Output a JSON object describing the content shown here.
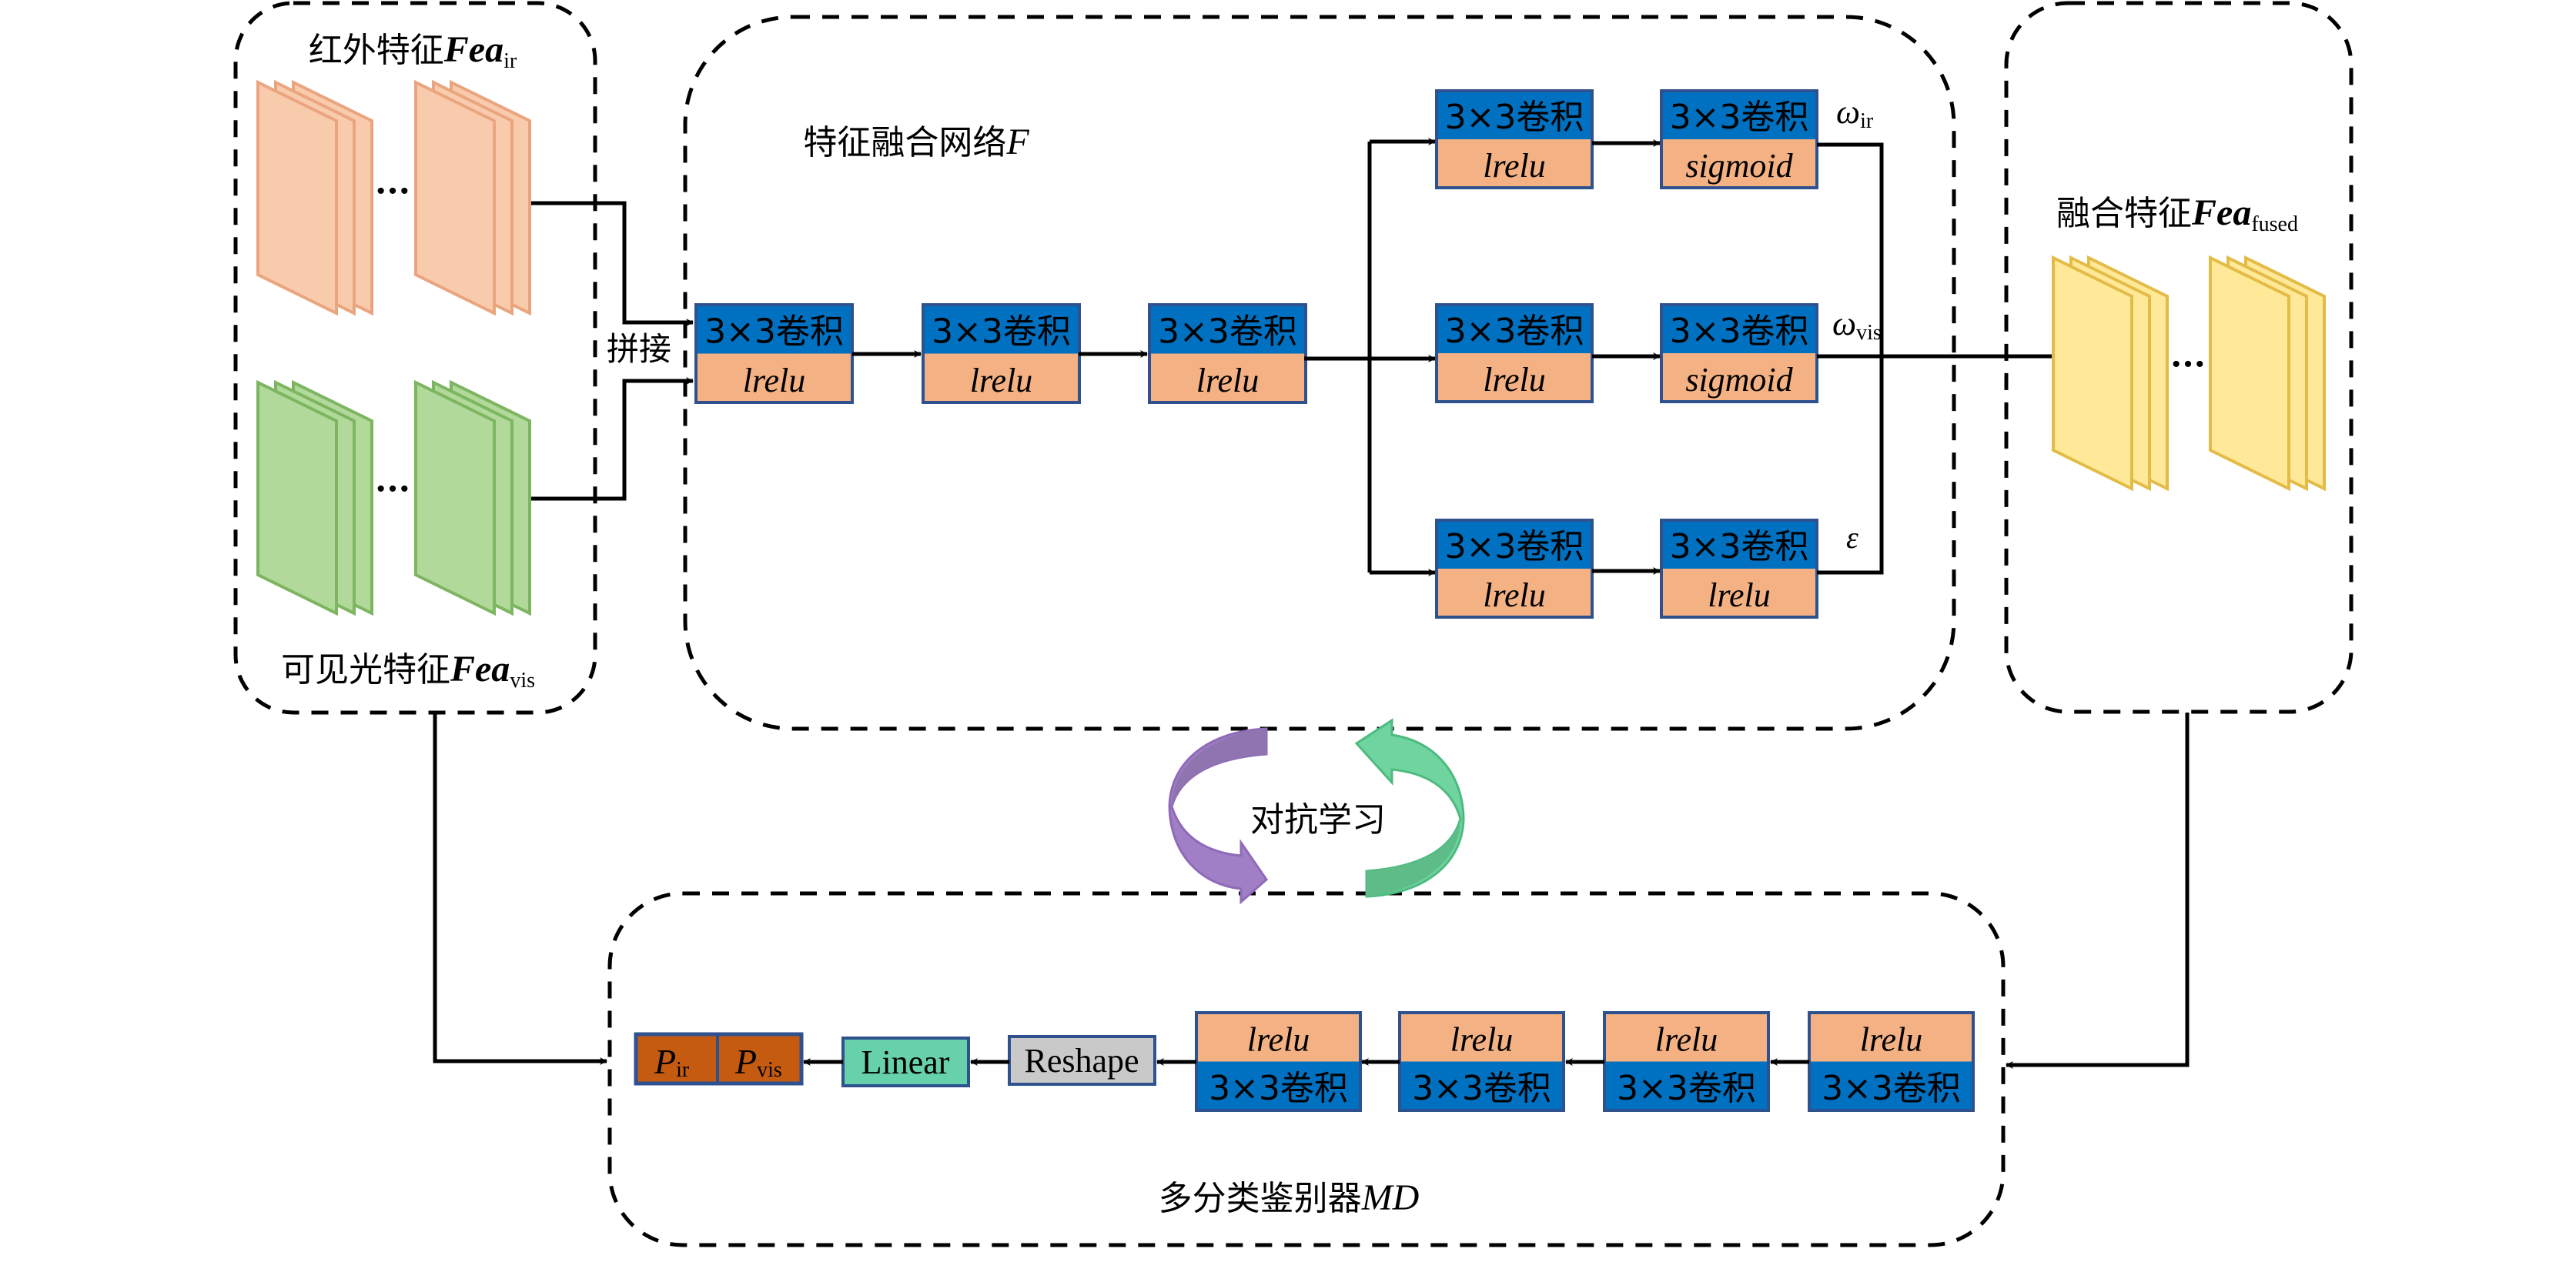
{
  "left_panel": {
    "ir_title": "红外特征",
    "ir_symbol": "Fea",
    "ir_sub": "ir",
    "vis_title": "可见光特征",
    "vis_symbol": "Fea",
    "vis_sub": "vis",
    "ellipsis": "···"
  },
  "concat_label": "拼接",
  "fusion_net": {
    "title": "特征融合网络",
    "title_symbol": "F",
    "main_blocks": [
      {
        "op": "3×3卷积",
        "act": "lrelu"
      },
      {
        "op": "3×3卷积",
        "act": "lrelu"
      },
      {
        "op": "3×3卷积",
        "act": "lrelu"
      }
    ],
    "branches": [
      {
        "blocks": [
          {
            "op": "3×3卷积",
            "act": "lrelu"
          },
          {
            "op": "3×3卷积",
            "act": "sigmoid"
          }
        ],
        "output_symbol": "ω",
        "output_sub": "ir"
      },
      {
        "blocks": [
          {
            "op": "3×3卷积",
            "act": "lrelu"
          },
          {
            "op": "3×3卷积",
            "act": "sigmoid"
          }
        ],
        "output_symbol": "ω",
        "output_sub": "vis"
      },
      {
        "blocks": [
          {
            "op": "3×3卷积",
            "act": "lrelu"
          },
          {
            "op": "3×3卷积",
            "act": "lrelu"
          }
        ],
        "output_symbol": "ε",
        "output_sub": ""
      }
    ]
  },
  "fused_panel": {
    "title": "融合特征",
    "symbol": "Fea",
    "sub": "fused",
    "ellipsis": "···"
  },
  "adversarial_label": "对抗学习",
  "discriminator": {
    "title": "多分类鉴别器",
    "title_symbol": "MD",
    "blocks": [
      {
        "act": "lrelu",
        "op": "3×3卷积"
      },
      {
        "act": "lrelu",
        "op": "3×3卷积"
      },
      {
        "act": "lrelu",
        "op": "3×3卷积"
      },
      {
        "act": "lrelu",
        "op": "3×3卷积"
      }
    ],
    "reshape_label": "Reshape",
    "linear_label": "Linear",
    "outputs": [
      {
        "symbol": "P",
        "sub": "ir"
      },
      {
        "symbol": "P",
        "sub": "vis"
      }
    ]
  },
  "colors": {
    "conv_blue": "#0070C0",
    "act_orange": "#F4B183",
    "block_border": "#2F528F",
    "ir_feature": "#F8CBAD",
    "vis_feature": "#B1D99A",
    "fused_feature": "#FFE999",
    "linear": "#66D1AA",
    "reshape": "#C9C9C9",
    "prob_output": "#C55A11",
    "adv_purple": "#9F7CC2",
    "adv_green": "#5FC98E"
  }
}
